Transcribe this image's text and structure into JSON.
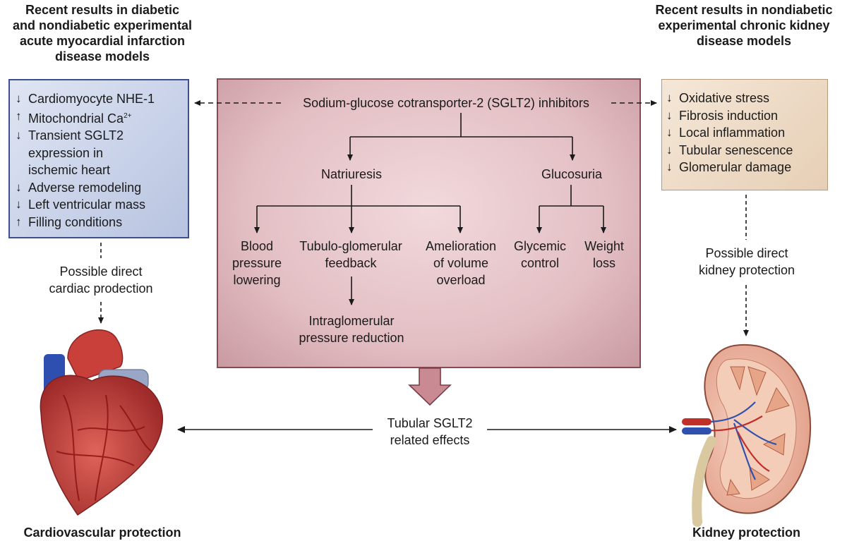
{
  "left_panel": {
    "title": "Recent results in diabetic\nand nondiabetic experimental\nacute myocardial infarction\ndisease models",
    "items": [
      {
        "arrow": "↓",
        "text": "Cardiomyocyte NHE-1"
      },
      {
        "arrow": "↑",
        "text": "Mitochondrial Ca",
        "sup": "2+"
      },
      {
        "arrow": "↓",
        "text": "Transient SGLT2\nexpression in\nischemic heart"
      },
      {
        "arrow": "↓",
        "text": "Adverse remodeling"
      },
      {
        "arrow": "↓",
        "text": "Left ventricular mass"
      },
      {
        "arrow": "↑",
        "text": "Filling conditions"
      }
    ],
    "link_label": "Possible direct\ncardiac prodection",
    "outcome": "Cardiovascular protection"
  },
  "right_panel": {
    "title": "Recent results in nondiabetic\nexperimental chronic kidney\ndisease models",
    "items": [
      {
        "arrow": "↓",
        "text": "Oxidative stress"
      },
      {
        "arrow": "↓",
        "text": "Fibrosis induction"
      },
      {
        "arrow": "↓",
        "text": "Local inflammation"
      },
      {
        "arrow": "↓",
        "text": "Tubular senescence"
      },
      {
        "arrow": "↓",
        "text": "Glomerular damage"
      }
    ],
    "link_label": "Possible direct\nkidney protection",
    "outcome": "Kidney protection"
  },
  "center": {
    "header": "Sodium-glucose cotransporter-2 (SGLT2) inhibitors",
    "natriuresis": "Natriuresis",
    "glucosuria": "Glucosuria",
    "bp": "Blood\npressure\nlowering",
    "tgf": "Tubulo-glomerular\nfeedback",
    "volume": "Amelioration\nof volume\noverload",
    "glycemic": "Glycemic\ncontrol",
    "weight": "Weight\nloss",
    "intraglom": "Intraglomerular\npressure reduction",
    "tubular": "Tubular SGLT2\nrelated effects"
  },
  "colors": {
    "center_fill": "#e3bfc4",
    "center_border": "#8a4a55",
    "left_fill": "#c8d1e8",
    "left_border": "#3e4f8e",
    "right_fill": "#eddcc6",
    "heart": "#c8443f",
    "kidney": "#e9b9a6"
  },
  "icons": [
    "heart-illustration",
    "kidney-illustration"
  ]
}
